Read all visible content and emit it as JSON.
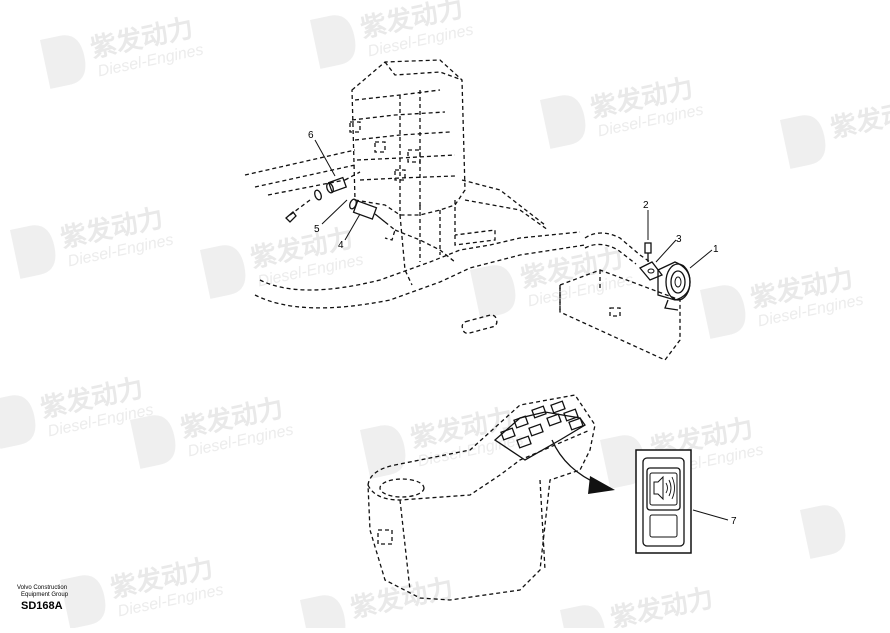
{
  "watermark": {
    "brand_cn": "紫发动力",
    "brand_en": "Diesel-Engines"
  },
  "callouts": [
    "1",
    "2",
    "3",
    "4",
    "5",
    "6",
    "7"
  ],
  "footer": {
    "company_line1": "Volvo Construction",
    "company_line2": "Equipment Group",
    "drawing_code": "SD168A"
  },
  "colors": {
    "line": "#111111",
    "watermark": "#e9e9e9"
  }
}
